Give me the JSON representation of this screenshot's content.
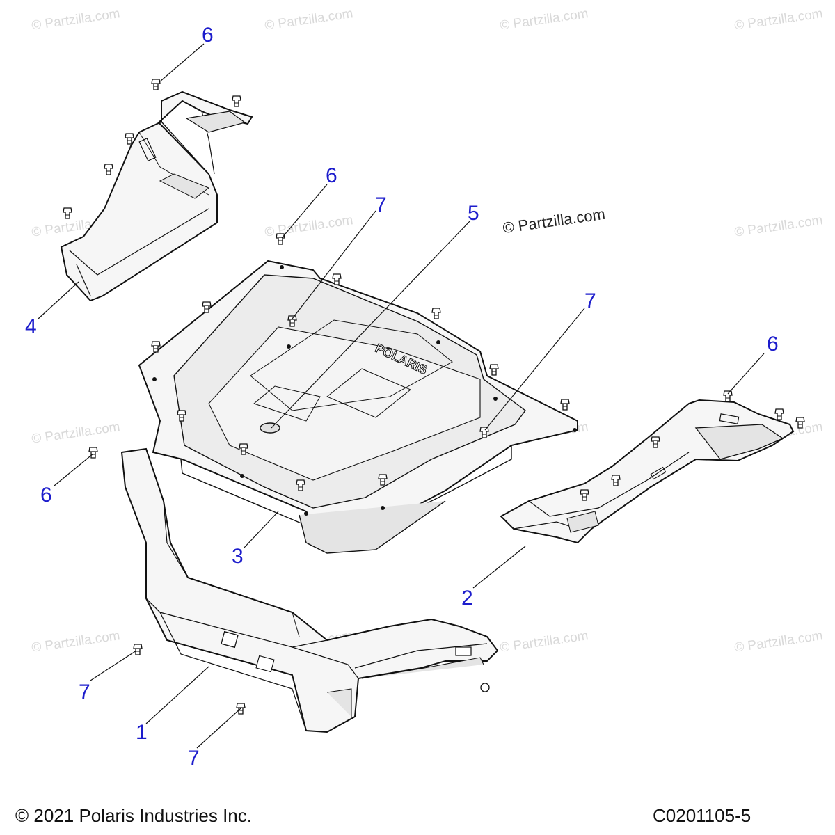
{
  "watermark": {
    "text": "© Partzilla.com",
    "featured": "© Partzilla.com"
  },
  "callouts": {
    "c1": "1",
    "c2": "2",
    "c3": "3",
    "c4": "4",
    "c5": "5",
    "c6a": "6",
    "c6b": "6",
    "c6c": "6",
    "c6d": "6",
    "c7a": "7",
    "c7b": "7",
    "c7c": "7",
    "c7d": "7"
  },
  "tray_logo": "POLARIS",
  "footer": {
    "copyright": "© 2021 Polaris Industries Inc.",
    "drawing_number": "C0201105-5"
  },
  "colors": {
    "callout": "#1c1ccc",
    "line": "#111111",
    "part_fill": "#f6f6f6",
    "shade": "#e4e4e4",
    "watermark": "#d9d9d9"
  }
}
